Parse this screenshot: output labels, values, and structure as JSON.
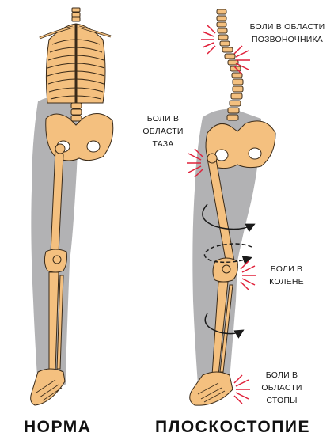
{
  "labels": {
    "spine": [
      "БОЛИ В ОБЛАСТИ",
      "ПОЗВОНОЧНИКА"
    ],
    "pelvis": [
      "БОЛИ В",
      "ОБЛАСТИ",
      "ТАЗА"
    ],
    "knee": [
      "БОЛИ В",
      "КОЛЕНЕ"
    ],
    "foot": [
      "БОЛИ В",
      "ОБЛАСТИ",
      "СТОПЫ"
    ]
  },
  "captions": {
    "normal": "НОРМА",
    "flatfoot": "ПЛОСКОСТОПИЕ"
  },
  "colors": {
    "bone": "#f4c07f",
    "bone_outline": "#3a2a18",
    "shadow": "#b2b2b4",
    "pain": "#e0203a",
    "arrow": "#1a1a1a"
  }
}
